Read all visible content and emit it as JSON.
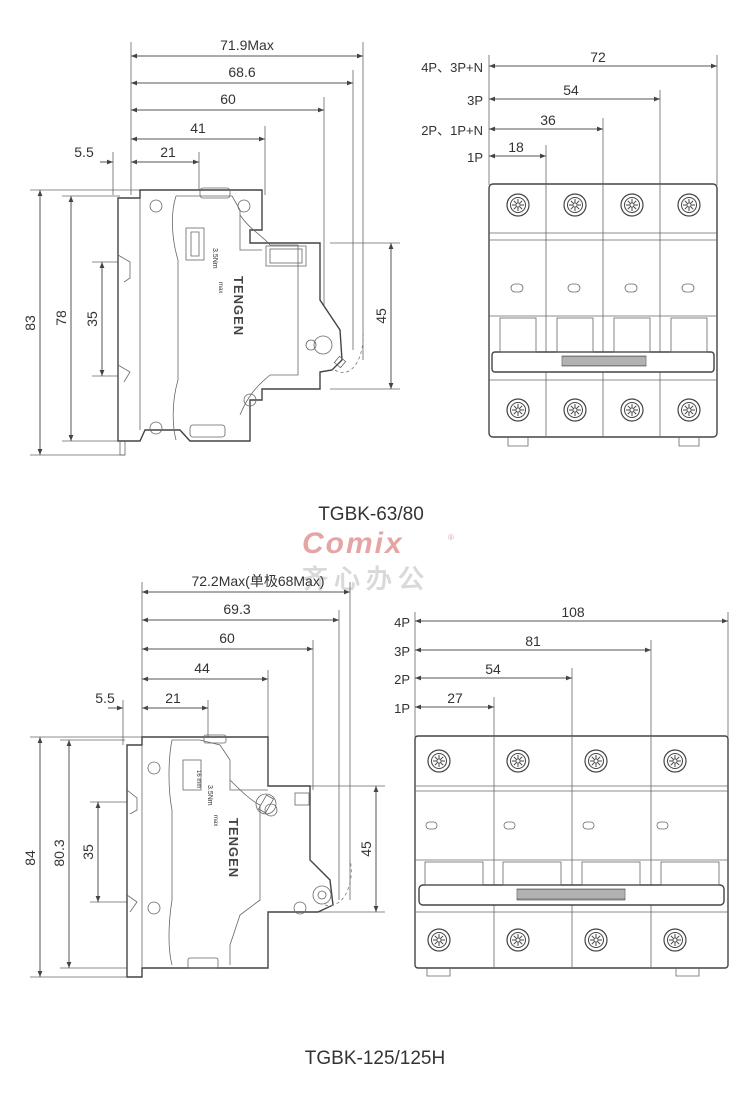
{
  "drawings": [
    {
      "title": "TGBK-63/80",
      "side_dims": {
        "widths": [
          "71.9Max",
          "68.6",
          "60",
          "41",
          "21",
          "5.5"
        ],
        "heights": [
          "83",
          "78",
          "35",
          "45"
        ]
      },
      "front_dims": {
        "poles": [
          {
            "label": "4P、3P+N",
            "value": "72"
          },
          {
            "label": "3P",
            "value": "54"
          },
          {
            "label": "2P、1P+N",
            "value": "36"
          },
          {
            "label": "1P",
            "value": "18"
          }
        ]
      },
      "brand_text": "TENGEN",
      "label_small_1": "3.5Nm",
      "label_small_2": "max"
    },
    {
      "title": "TGBK-125/125H",
      "side_dims": {
        "widths": [
          "72.2Max(单极68Max)",
          "69.3",
          "60",
          "44",
          "21",
          "5.5"
        ],
        "heights": [
          "84",
          "80.3",
          "35",
          "45"
        ]
      },
      "front_dims": {
        "poles": [
          {
            "label": "4P",
            "value": "108"
          },
          {
            "label": "3P",
            "value": "81"
          },
          {
            "label": "2P",
            "value": "54"
          },
          {
            "label": "1P",
            "value": "27"
          }
        ]
      },
      "brand_text": "TENGEN",
      "label_small_1": "3.5Nm",
      "label_small_2": "max",
      "label_small_3": "16 mm"
    }
  ],
  "watermark": {
    "logo": "Comix",
    "registered": "®",
    "subtitle": "齐心办公"
  }
}
